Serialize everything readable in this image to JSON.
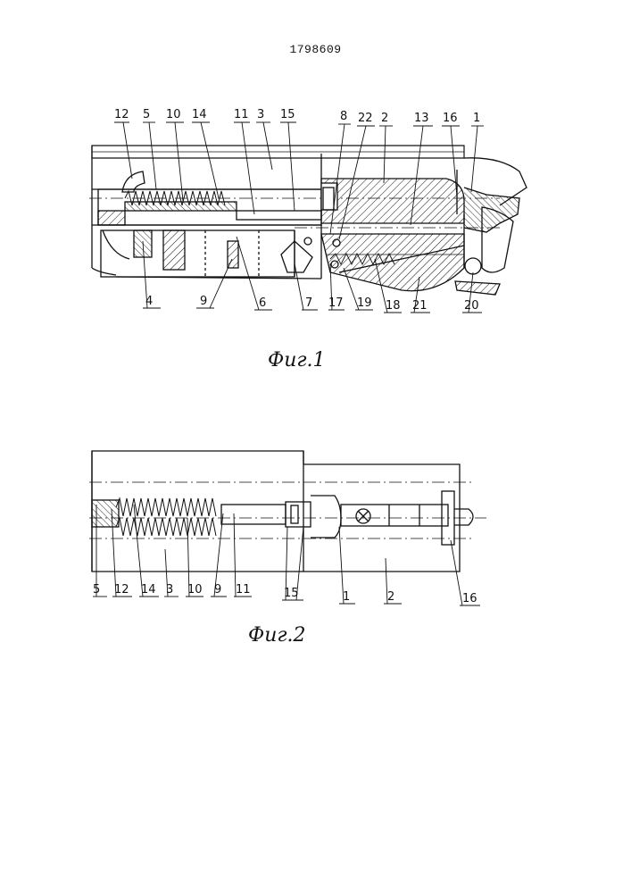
{
  "document_number": "1798609",
  "figures": [
    {
      "caption": "Фиг.1",
      "callouts_top": [
        "12",
        "5",
        "10",
        "14",
        "11",
        "3",
        "15",
        "8",
        "22",
        "2",
        "13",
        "16",
        "1"
      ],
      "callouts_bottom": [
        "4",
        "9",
        "6",
        "7",
        "17",
        "19",
        "18",
        "21",
        "20"
      ]
    },
    {
      "caption": "Фиг.2",
      "callouts_bottom": [
        "5",
        "12",
        "14",
        "3",
        "10",
        "9",
        "11",
        "15",
        "1",
        "2",
        "16"
      ]
    }
  ],
  "colors": {
    "ink": "#111111",
    "paper": "#ffffff"
  }
}
